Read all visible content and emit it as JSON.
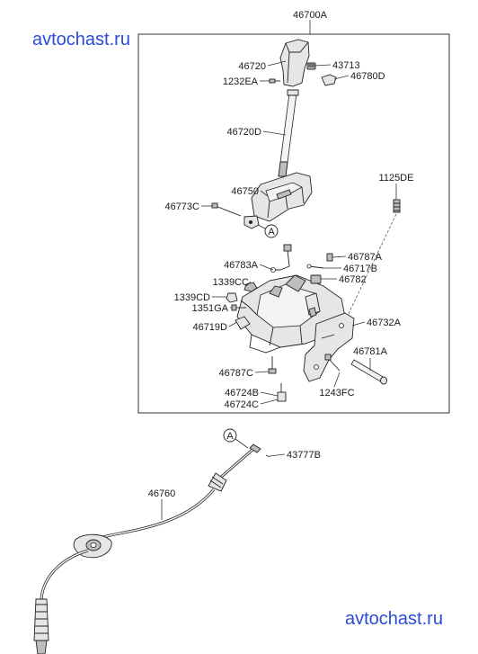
{
  "watermarks": [
    "avtochast.ru",
    "avtochast.ru"
  ],
  "callouts": {
    "c46700A": "46700A",
    "c46720": "46720",
    "c43713": "43713",
    "c1232EA": "1232EA",
    "c46780D": "46780D",
    "c46720D": "46720D",
    "c1125DE": "1125DE",
    "c46750": "46750",
    "c46773C": "46773C",
    "refA1": "A",
    "c46787A": "46787A",
    "c46783A": "46783A",
    "c46717B": "46717B",
    "c1339CC": "1339CC",
    "c46782": "46782",
    "c1339CD": "1339CD",
    "c1351GA": "1351GA",
    "c46719D": "46719D",
    "c46732A": "46732A",
    "c46781A": "46781A",
    "c46787C": "46787C",
    "c46724B": "46724B",
    "c1243FC": "1243FC",
    "c46724C": "46724C",
    "refA2": "A",
    "c43777B": "43777B",
    "c46760": "46760"
  },
  "colors": {
    "watermark": "#2a4bd7",
    "line": "#222222",
    "frame": "#333333"
  }
}
